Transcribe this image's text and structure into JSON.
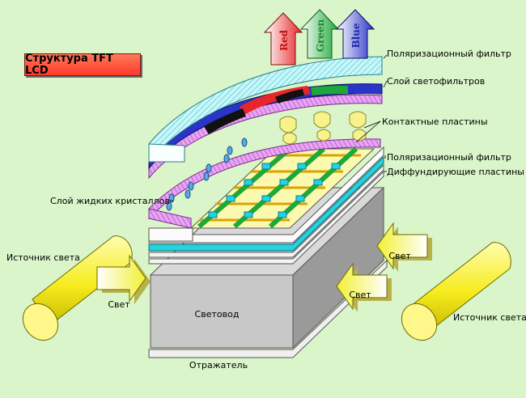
{
  "title": "Структура TFT LCD",
  "labels": {
    "polarizer_top": "Поляризационный фильтр",
    "color_filter": "Слой светофильтров",
    "contact_plates": "Контактные пластины",
    "polarizer_bottom": "Поляризационный фильтр",
    "diffuser": "Диффундирующие пластины",
    "liquid_crystal": "Слой жидких кристаллов",
    "light_source_left": "Источник света",
    "light_source_right": "Источник света",
    "light_guide": "Световод",
    "reflector": "Отражатель",
    "light_left": "Свет",
    "light_right_top": "Свет",
    "light_right_bottom": "Свет"
  },
  "rgb_arrows": [
    "Red",
    "Green",
    "Blue"
  ],
  "colors": {
    "background": "#d9f5c9",
    "red": "#e8262a",
    "green": "#1ea83a",
    "blue": "#2a34c8",
    "polarizer": "#a6f0f4",
    "lc_layer": "#d987e8",
    "light_source": "#f7f23a",
    "cyan_plate": "#24d3e0"
  }
}
